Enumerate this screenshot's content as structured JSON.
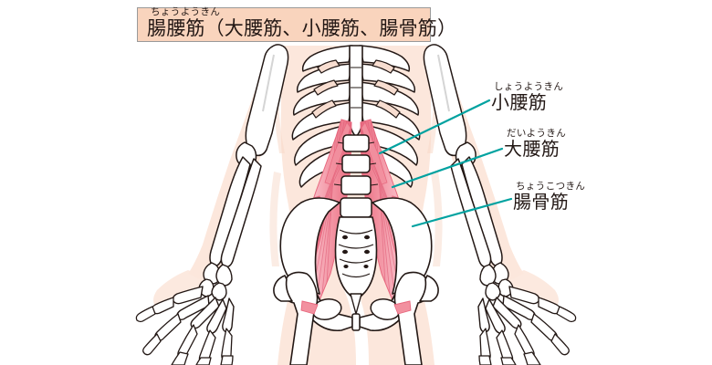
{
  "figure": {
    "kind": "anatomical-illustration",
    "subject": "iliopsoas-muscle-group",
    "view": "anterior",
    "background_color": "#ffffff"
  },
  "title": {
    "furigana": "ちょうようきん",
    "text": "腸腰筋（大腰筋、小腰筋、腸骨筋）",
    "box_fill": "#f9d4bd",
    "box_border": "#9a9a9a"
  },
  "labels": [
    {
      "id": "psoas-minor",
      "furigana": "しょうようきん",
      "text": "小腰筋",
      "leader_color": "#00a2a0"
    },
    {
      "id": "psoas-major",
      "furigana": "だいようきん",
      "text": "大腰筋",
      "leader_color": "#00a2a0"
    },
    {
      "id": "iliacus",
      "furigana": "ちょうこつきん",
      "text": "腸骨筋",
      "leader_color": "#00a2a0"
    }
  ],
  "palette": {
    "skin": "#fce7dc",
    "skin_shadow": "#f8d9c9",
    "bone_fill": "#ffffff",
    "bone_shade": "#e8e8e8",
    "cartilage": "#f7ddd0",
    "outline": "#231815",
    "muscle_light": "#f8b9c4",
    "muscle_mid": "#f2909f",
    "muscle_dark": "#e8697f",
    "leader": "#00a2a0"
  },
  "anatomy": {
    "bones": [
      "ribs",
      "sternum",
      "costal-cartilage",
      "lumbar-vertebrae",
      "sacrum",
      "coccyx",
      "ilium",
      "pubis",
      "ischium",
      "femur",
      "humerus",
      "radius",
      "ulna",
      "carpals",
      "metacarpals",
      "phalanges"
    ],
    "muscles": [
      "psoas-major",
      "psoas-minor",
      "iliacus"
    ],
    "lumbar_vertebra_count": 5
  }
}
